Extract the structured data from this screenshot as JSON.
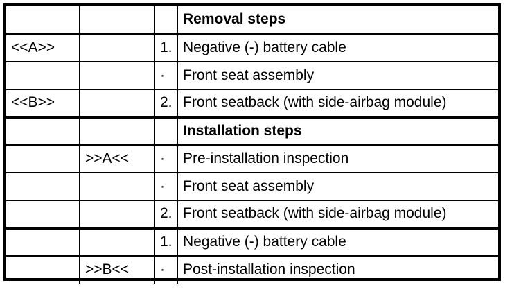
{
  "document": {
    "kind": "repair-procedure-step-table",
    "title": "Removal and installation steps table"
  },
  "table": {
    "columns": [
      {
        "key": "marker_a",
        "header": ""
      },
      {
        "key": "marker_b",
        "header": ""
      },
      {
        "key": "number",
        "header": ""
      },
      {
        "key": "step",
        "header": ""
      }
    ],
    "rows": [
      {
        "type": "section-header",
        "marker_a": "",
        "marker_b": "",
        "number": "",
        "step": "Removal steps"
      },
      {
        "type": "step",
        "marker_a": "<<A>>",
        "marker_b": "",
        "number": "1.",
        "step": "Negative (-) battery cable"
      },
      {
        "type": "step",
        "marker_a": "",
        "marker_b": "",
        "number": "·",
        "step": "Front seat assembly"
      },
      {
        "type": "step",
        "marker_a": "<<B>>",
        "marker_b": "",
        "number": "2.",
        "step": "Front seatback (with side-airbag module)"
      },
      {
        "type": "section-header",
        "marker_a": "",
        "marker_b": "",
        "number": "",
        "step": "Installation steps"
      },
      {
        "type": "step",
        "marker_a": "",
        "marker_b": ">>A<<",
        "number": "·",
        "step": "Pre-installation inspection"
      },
      {
        "type": "step",
        "marker_a": "",
        "marker_b": "",
        "number": "·",
        "step": "Front seat assembly"
      },
      {
        "type": "step",
        "marker_a": "",
        "marker_b": "",
        "number": "2.",
        "step": "Front seatback (with side-airbag module)"
      },
      {
        "type": "step",
        "marker_a": "",
        "marker_b": "",
        "number": "1.",
        "step": "Negative (-) battery cable"
      },
      {
        "type": "step",
        "marker_a": "",
        "marker_b": ">>B<<",
        "number": "·",
        "step": "Post-installation inspection"
      }
    ]
  },
  "colors": {
    "ink": "#000000",
    "paper": "#ffffff"
  }
}
